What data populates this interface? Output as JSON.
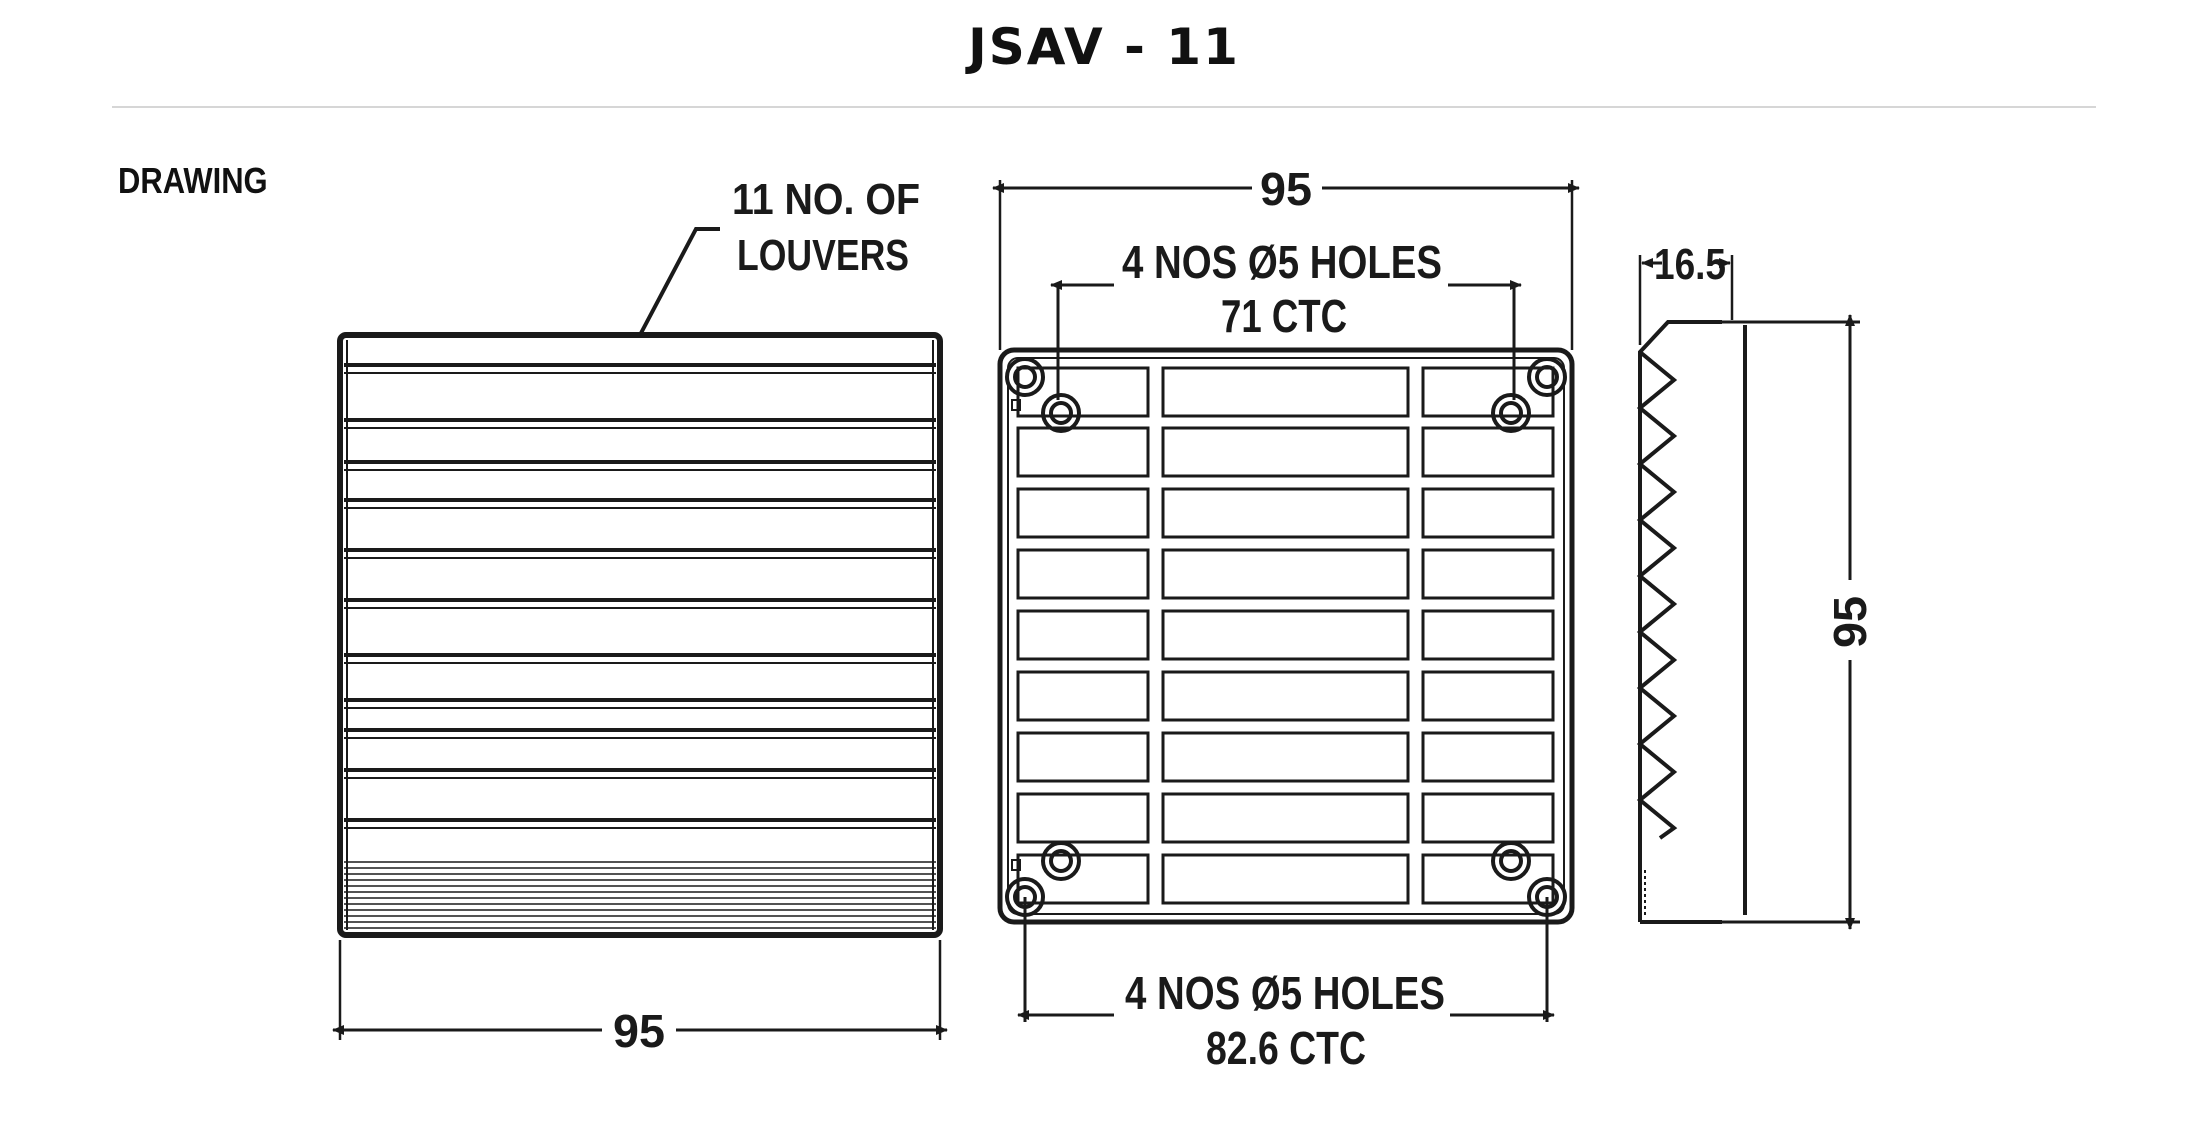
{
  "header": {
    "title": "JSAV - 11"
  },
  "section": {
    "label": "DRAWING"
  },
  "front_view": {
    "louver_label_line1": "11 NO.  OF",
    "louver_label_line2": "LOUVERS",
    "width_dim": "95"
  },
  "back_view": {
    "width_dim": "95",
    "inner_holes_line1": "4 NOS  Ø5 HOLES",
    "inner_holes_line2": "71 CTC",
    "outer_holes_line1": "4 NOS  Ø5 HOLES",
    "outer_holes_line2": "82.6 CTC"
  },
  "side_view": {
    "depth_dim": "16.5",
    "height_dim": "95"
  }
}
